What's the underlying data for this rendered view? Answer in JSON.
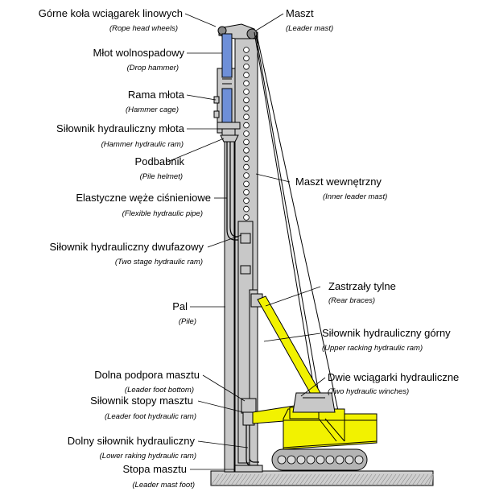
{
  "diagram": {
    "labels": [
      {
        "id": "rope-head-wheels",
        "pl": "Górne koła wciągarek linowych",
        "en": "(Rope head wheels)"
      },
      {
        "id": "leader-mast",
        "pl": "Maszt",
        "en": "(Leader mast)"
      },
      {
        "id": "drop-hammer",
        "pl": "Młot wolnospadowy",
        "en": "(Drop hammer)"
      },
      {
        "id": "hammer-cage",
        "pl": "Rama młota",
        "en": "(Hammer cage)"
      },
      {
        "id": "hammer-hydraulic-ram",
        "pl": "Siłownik hydrauliczny młota",
        "en": "(Hammer hydraulic ram)"
      },
      {
        "id": "pile-helmet",
        "pl": "Podbabnik",
        "en": "(Pile helmet)"
      },
      {
        "id": "inner-leader-mast",
        "pl": "Maszt wewnętrzny",
        "en": "(Inner leader mast)"
      },
      {
        "id": "flexible-hydraulic-pipe",
        "pl": "Elastyczne węże ciśnieniowe",
        "en": "(Flexible hydraulic pipe)"
      },
      {
        "id": "two-stage-hydraulic-ram",
        "pl": "Siłownik hydrauliczny dwufazowy",
        "en": "(Two stage hydraulic ram)"
      },
      {
        "id": "rear-braces",
        "pl": "Zastrzały tylne",
        "en": "(Rear braces)"
      },
      {
        "id": "pile",
        "pl": "Pal",
        "en": "(Pile)"
      },
      {
        "id": "upper-racking-hydraulic-ram",
        "pl": "Siłownik hydrauliczny górny",
        "en": "(Upper racking hydraulic ram)"
      },
      {
        "id": "leader-foot-bottom",
        "pl": "Dolna podpora masztu",
        "en": "(Leader foot bottom)"
      },
      {
        "id": "two-hydraulic-winches",
        "pl": "Dwie wciągarki hydrauliczne",
        "en": "(Two hydraulic winches)"
      },
      {
        "id": "leader-foot-hydraulic-ram",
        "pl": "Siłownik stopy masztu",
        "en": "(Leader foot hydraulic ram)"
      },
      {
        "id": "lower-raking-hydraulic-ram",
        "pl": "Dolny siłownik hydrauliczny",
        "en": "(Lower raking hydraulic ram)"
      },
      {
        "id": "leader-mast-foot",
        "pl": "Stopa masztu",
        "en": "(Leader mast foot)"
      }
    ],
    "colors": {
      "mast": "#c8c8c8",
      "hammer": "#6e8fd8",
      "machine": "#f2f200",
      "ground": "#cfcfcf",
      "track": "#b4b4b4",
      "outline": "#000000"
    }
  }
}
